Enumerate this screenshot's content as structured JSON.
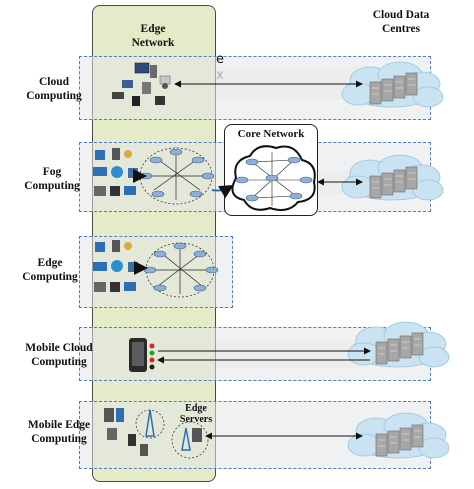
{
  "edge_column": {
    "title": "Edge\nNetwork"
  },
  "cloud_header": {
    "title": "Cloud Data\nCentres"
  },
  "rows": {
    "cloud": {
      "label": "Cloud\nComputing"
    },
    "fog": {
      "label": "Fog\nComputing"
    },
    "edge": {
      "label": "Edge\nComputing"
    },
    "mobile_cloud": {
      "label": "Mobile Cloud\nComputing"
    },
    "mobile_edge": {
      "label": "Mobile Edge\nComputing",
      "servers_label": "Edge\nServers"
    }
  },
  "core_network": {
    "title": "Core Network"
  },
  "stray_marks": {
    "e": "e",
    "x": "x"
  },
  "colors": {
    "dashed_border": "#4f7fbf",
    "edge_band": "#e3ebc8",
    "cloud_fill": "#c9e3f2",
    "server": "#9a9a9a"
  }
}
